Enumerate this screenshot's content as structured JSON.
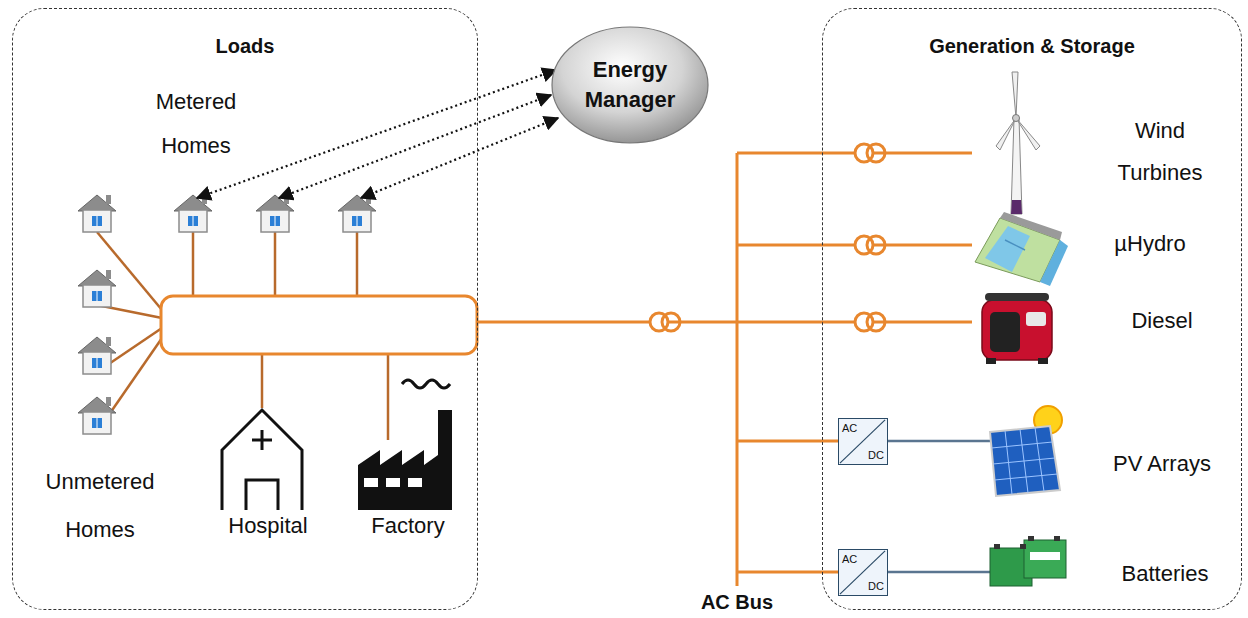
{
  "diagram": {
    "nodes": [
      {
        "text": [
          "Loads"
        ]
      },
      {
        "text": [
          "Energy Manager"
        ]
      },
      {
        "text": [
          "Generation & Storage"
        ]
      },
      {
        "text": [
          "AC",
          "DC"
        ],
        "in": 2
      },
      {
        "text": [
          "AC",
          "DC"
        ],
        "in": 2
      }
    ],
    "labels": [
      "Metered Homes",
      "Wind Turbines",
      "µHydro",
      "Diesel",
      "PV Arrays",
      "Unmetered Homes",
      "Hospital",
      "Factory",
      "Batteries",
      "AC Bus"
    ]
  }
}
